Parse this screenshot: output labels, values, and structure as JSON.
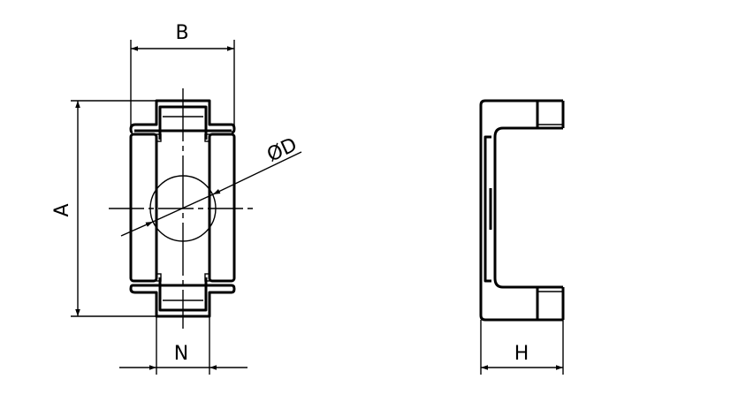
{
  "dimensions": {
    "A": "A",
    "B": "B",
    "N": "N",
    "D": "ØD",
    "H": "H"
  },
  "colors": {
    "line": "#000000",
    "background": "#ffffff"
  }
}
